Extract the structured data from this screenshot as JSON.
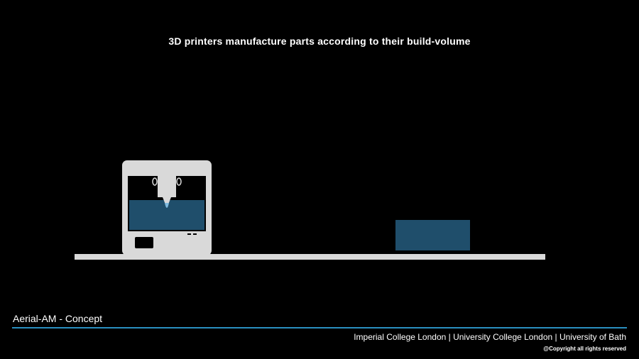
{
  "slide": {
    "headline": "3D printers manufacture parts according to their build-volume",
    "section_label": "Aerial-AM - Concept",
    "institutions": "Imperial College London | University College London | University of Bath",
    "copyright": "@Copyright all rights reserved"
  },
  "colors": {
    "background": "#000000",
    "printer_body": "#d9d9d9",
    "build_volume": "#1f4e6b",
    "accent_line": "#2a8fc0",
    "text": "#ffffff"
  },
  "icons": {
    "printer": "3d-printer-icon",
    "printed_part": "printed-part-block"
  }
}
